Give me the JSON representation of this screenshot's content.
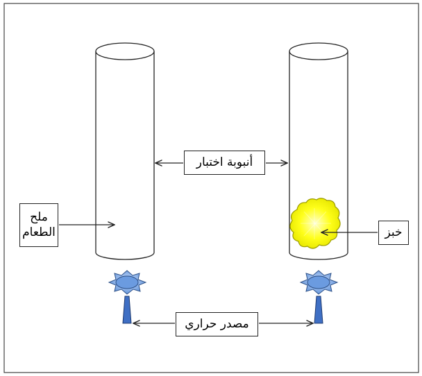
{
  "labels": {
    "test_tube": "أنبوبة اختبار",
    "table_salt_line1": "ملح",
    "table_salt_line2": "الطعام",
    "bread": "خبز",
    "heat_source": "مصدر حراري"
  },
  "colors": {
    "outline": "#222222",
    "flame_fill": "#5b8fd6",
    "flame_stroke": "#2c4f86",
    "burner_fill": "#3f6fc4",
    "bread_fill": "#ffff1a",
    "bread_stroke": "#7a7a00"
  },
  "icons": [
    "flame-icon",
    "burner-stand",
    "bread-icon",
    "arrow-icon"
  ]
}
